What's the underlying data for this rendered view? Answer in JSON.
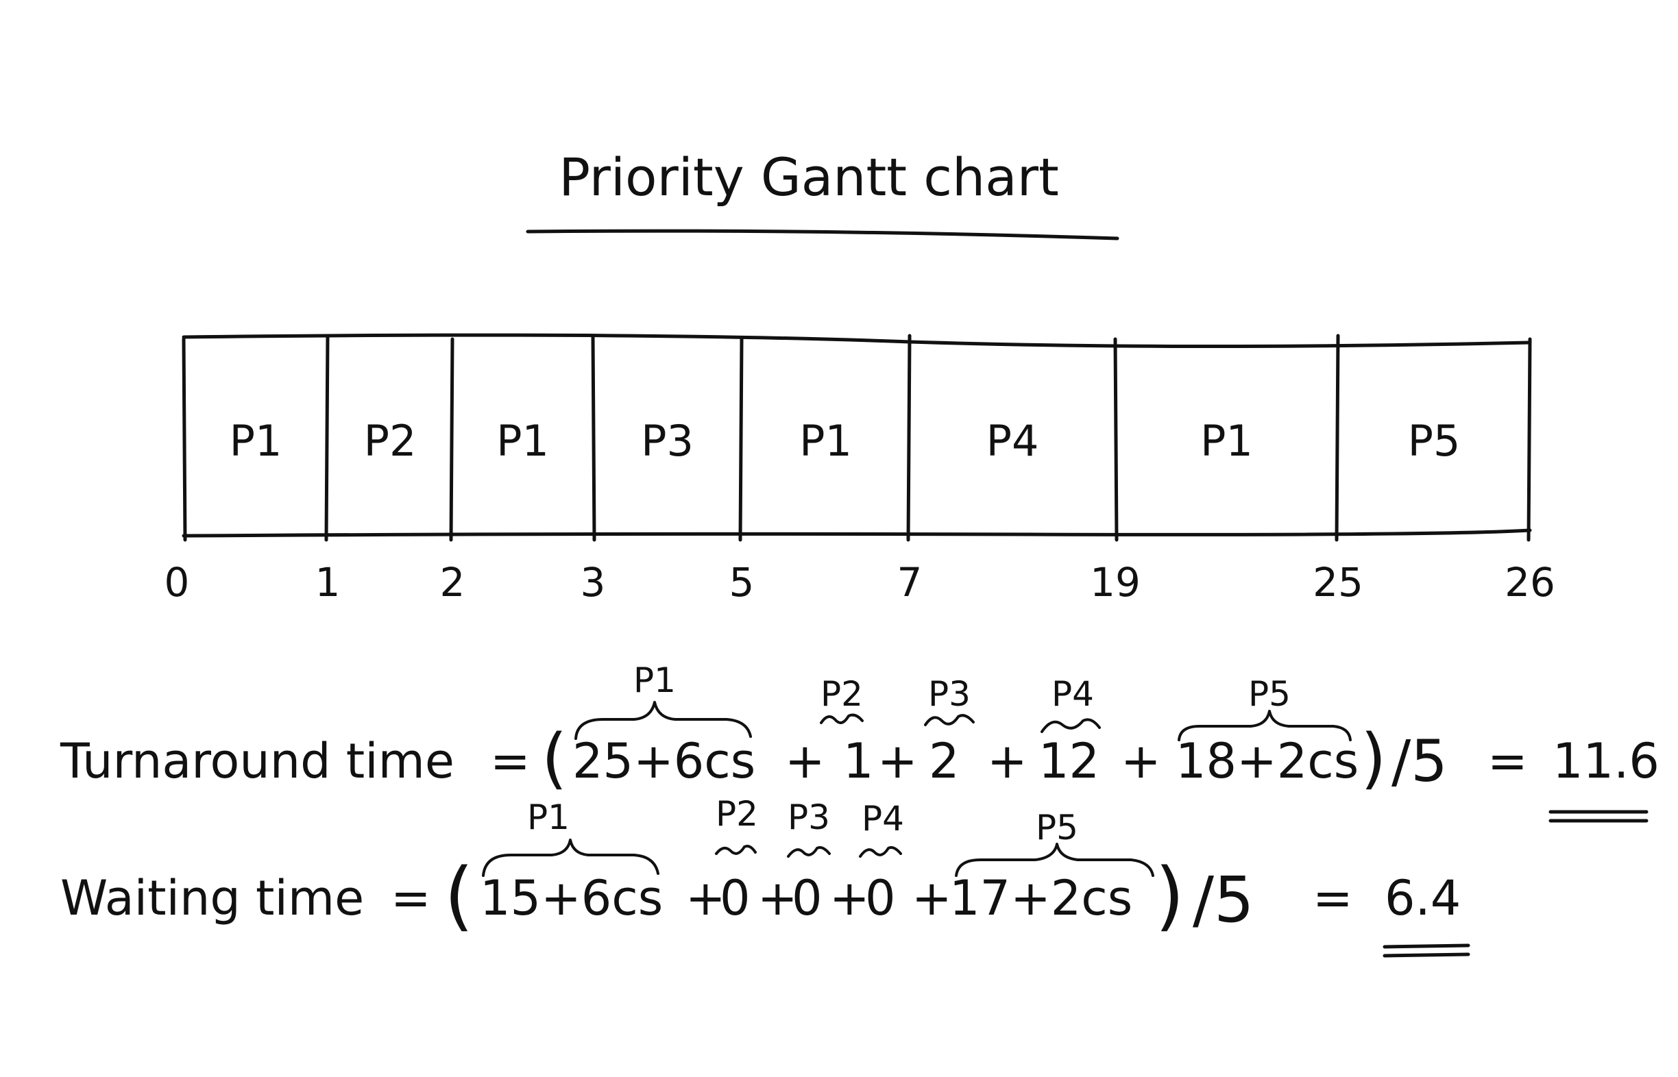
{
  "title": "Priority Gantt chart",
  "chart_data": {
    "type": "gantt",
    "title": "Priority Gantt chart",
    "segments": [
      {
        "process": "P1",
        "start": 0,
        "end": 1
      },
      {
        "process": "P2",
        "start": 1,
        "end": 2
      },
      {
        "process": "P1",
        "start": 2,
        "end": 3
      },
      {
        "process": "P3",
        "start": 3,
        "end": 5
      },
      {
        "process": "P1",
        "start": 5,
        "end": 7
      },
      {
        "process": "P4",
        "start": 7,
        "end": 19
      },
      {
        "process": "P1",
        "start": 19,
        "end": 25
      },
      {
        "process": "P5",
        "start": 25,
        "end": 26
      }
    ],
    "ticks": [
      "0",
      "1",
      "2",
      "3",
      "5",
      "7",
      "19",
      "25",
      "26"
    ]
  },
  "turnaround": {
    "label": "Turnaround time",
    "equals": "=",
    "open": "(",
    "terms": [
      {
        "process": "P1",
        "expr": "25+6cs"
      },
      {
        "process": "P2",
        "expr": "1"
      },
      {
        "process": "P3",
        "expr": "2"
      },
      {
        "process": "P4",
        "expr": "12"
      },
      {
        "process": "P5",
        "expr": "18+2cs"
      }
    ],
    "plus": "+",
    "close": ")",
    "divide": "/5",
    "result_eq": "=",
    "result": "11.6"
  },
  "waiting": {
    "label": "Waiting time",
    "equals": "=",
    "open": "(",
    "terms": [
      {
        "process": "P1",
        "expr": "15+6cs"
      },
      {
        "process": "P2",
        "expr": "0"
      },
      {
        "process": "P3",
        "expr": "0"
      },
      {
        "process": "P4",
        "expr": "0"
      },
      {
        "process": "P5",
        "expr": "17+2cs"
      }
    ],
    "plus": "+",
    "close": ")",
    "divide": "/5",
    "result_eq": "=",
    "result": "6.4"
  }
}
